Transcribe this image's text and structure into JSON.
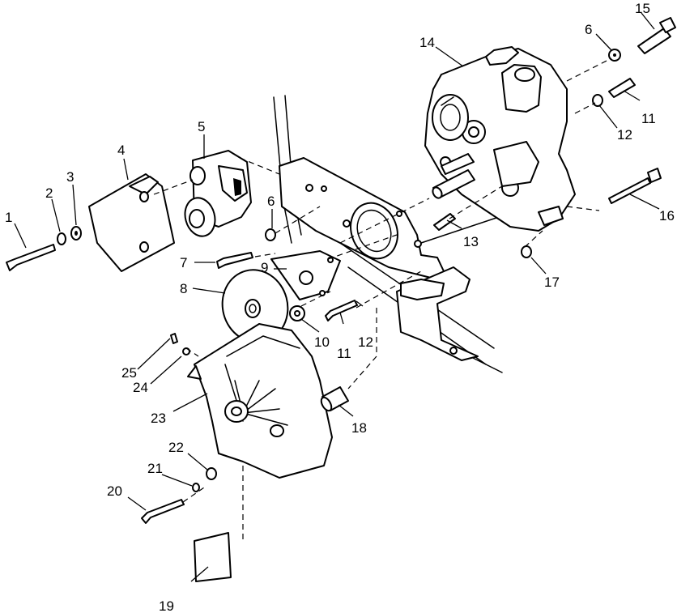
{
  "figure": {
    "type": "exploded-parts-diagram",
    "colors": {
      "ink": "#000000",
      "paper": "#ffffff"
    }
  },
  "callouts": [
    {
      "id": "c1",
      "text": "1"
    },
    {
      "id": "c2",
      "text": "2"
    },
    {
      "id": "c3",
      "text": "3"
    },
    {
      "id": "c4",
      "text": "4"
    },
    {
      "id": "c5",
      "text": "5"
    },
    {
      "id": "c6a",
      "text": "6"
    },
    {
      "id": "c6b",
      "text": "6"
    },
    {
      "id": "c7",
      "text": "7"
    },
    {
      "id": "c8",
      "text": "8"
    },
    {
      "id": "c9",
      "text": "9"
    },
    {
      "id": "c10",
      "text": "10"
    },
    {
      "id": "c11a",
      "text": "11"
    },
    {
      "id": "c11b",
      "text": "11"
    },
    {
      "id": "c12a",
      "text": "12"
    },
    {
      "id": "c12b",
      "text": "12"
    },
    {
      "id": "c13",
      "text": "13"
    },
    {
      "id": "c14",
      "text": "14"
    },
    {
      "id": "c15",
      "text": "15"
    },
    {
      "id": "c16",
      "text": "16"
    },
    {
      "id": "c17",
      "text": "17"
    },
    {
      "id": "c18",
      "text": "18"
    },
    {
      "id": "c19",
      "text": "19"
    },
    {
      "id": "c20",
      "text": "20"
    },
    {
      "id": "c21",
      "text": "21"
    },
    {
      "id": "c22",
      "text": "22"
    },
    {
      "id": "c23",
      "text": "23"
    },
    {
      "id": "c24",
      "text": "24"
    },
    {
      "id": "c25",
      "text": "25"
    }
  ]
}
